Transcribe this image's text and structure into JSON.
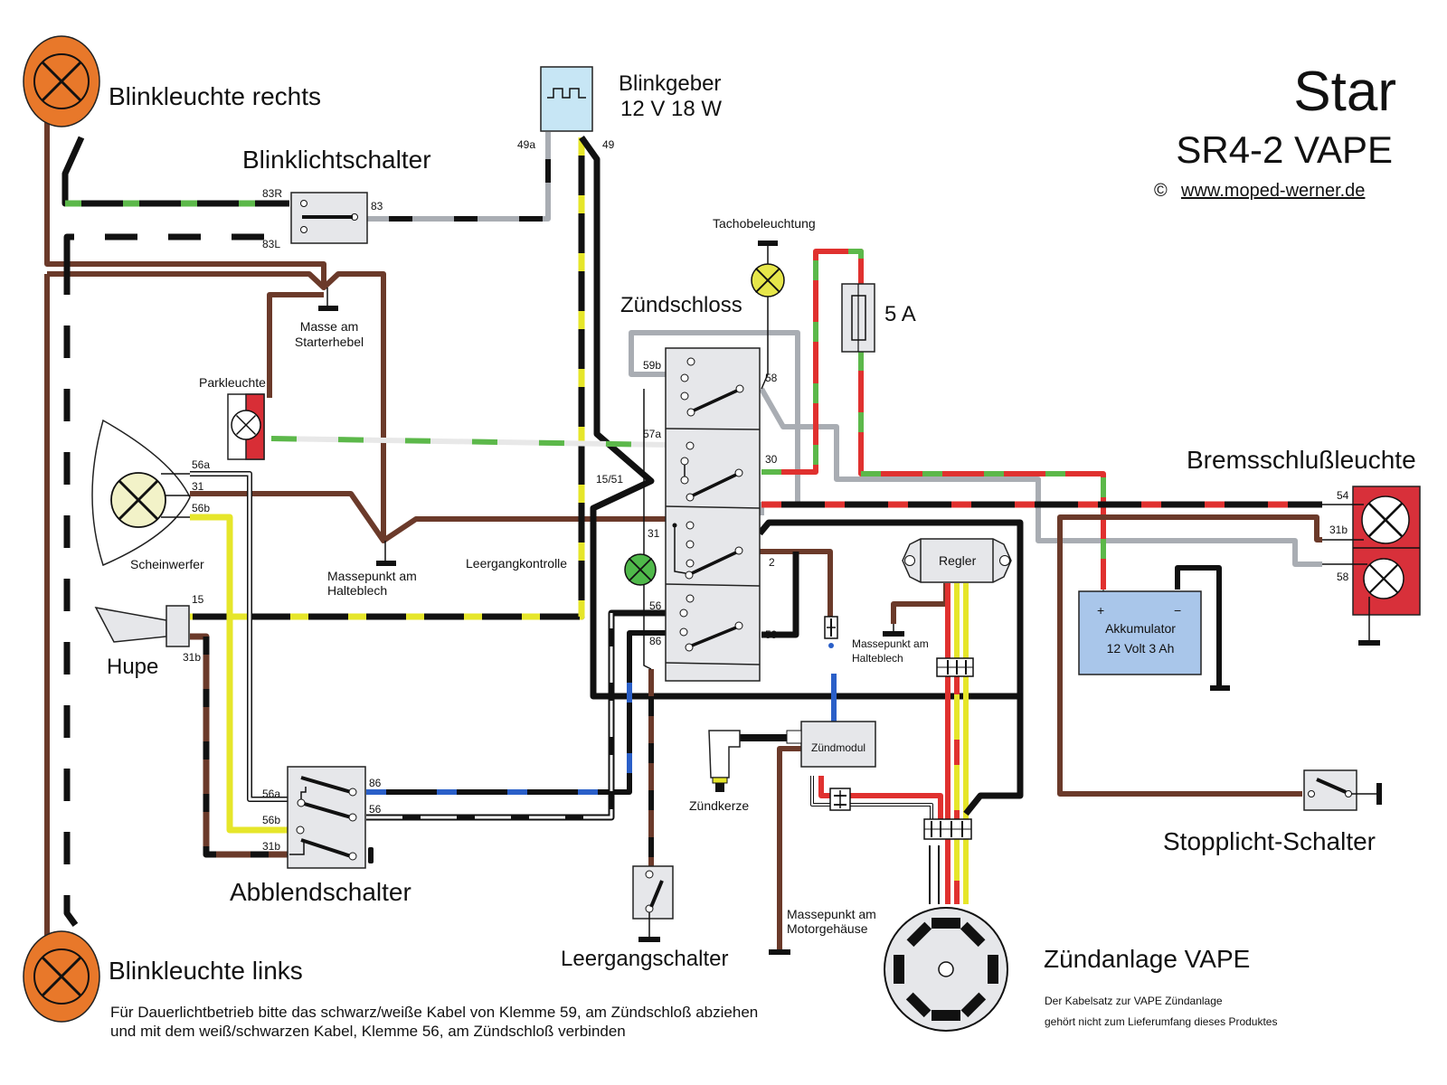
{
  "title": {
    "brand": "Star",
    "model": "SR4-2 VAPE",
    "copyright_symbol": "©",
    "url": "www.moped-werner.de"
  },
  "components": {
    "blinker_right": "Blinkleuchte rechts",
    "blinker_left": "Blinkleuchte links",
    "blinker_switch": "Blinklichtschalter",
    "flasher": "Blinkgeber",
    "flasher_spec": "12 V 18 W",
    "speedo_light": "Tachobeleuchtung",
    "ignition_lock": "Zündschloss",
    "fuse": "5 A",
    "ground_starter": [
      "Masse am",
      "Starterhebel"
    ],
    "park_light": "Parkleuchte",
    "headlight": "Scheinwerfer",
    "ground_bracket": [
      "Massepunkt am",
      "Halteblech"
    ],
    "neutral_indicator": "Leergangkontrolle",
    "horn": "Hupe",
    "dimmer_switch": "Abblendschalter",
    "neutral_switch": "Leergangschalter",
    "regulator": "Regler",
    "ground_bracket_2": [
      "Massepunkt am",
      "Halteblech"
    ],
    "ignition_module": "Zündmodul",
    "spark_plug": "Zündkerze",
    "ground_engine": [
      "Massepunkt am",
      "Motorgehäuse"
    ],
    "ignition_system": "Zündanlage VAPE",
    "ignition_note": [
      "Der Kabelsatz zur VAPE Zündanlage",
      "gehört nicht zum Lieferumfang dieses Produktes"
    ],
    "tail_light": "Bremsschlußleuchte",
    "battery": [
      "+",
      "−",
      "Akkumulator",
      "12 Volt 3 Ah"
    ],
    "stop_switch": "Stopplicht-Schalter"
  },
  "terminals": {
    "t83R": "83R",
    "t83": "83",
    "t83L": "83L",
    "t49a": "49a",
    "t49": "49",
    "t59b": "59b",
    "t58": "58",
    "t57a": "57a",
    "t30": "30",
    "t1551": "15/51",
    "t31": "31",
    "t2": "2",
    "t56": "56",
    "t86": "86",
    "t59": "59",
    "h56a": "56a",
    "h31": "31",
    "h56b": "56b",
    "horn15": "15",
    "horn31b": "31b",
    "d86": "86",
    "d56": "56",
    "d56a": "56a",
    "d56b": "56b",
    "d31b": "31b",
    "r54": "54",
    "r31b": "31b",
    "r58": "58"
  },
  "footnote": [
    "Für Dauerlichtbetrieb bitte das schwarz/weiße Kabel von Klemme 59, am Zündschloß abziehen",
    "und mit dem weiß/schwarzen Kabel, Klemme 56, am Zündschloß verbinden"
  ],
  "colors": {
    "orange": "#e8782a",
    "brown": "#6b3a2a",
    "black": "#111111",
    "green": "#5cb84a",
    "grey": "#a9adb3",
    "yellow": "#e6e62a",
    "red": "#e0312f",
    "blue": "#2a5fc8",
    "panel": "#e6e7ea",
    "battery": "#a9c6ea",
    "tail": "#d8303a",
    "flasher": "#c7e6f5"
  }
}
